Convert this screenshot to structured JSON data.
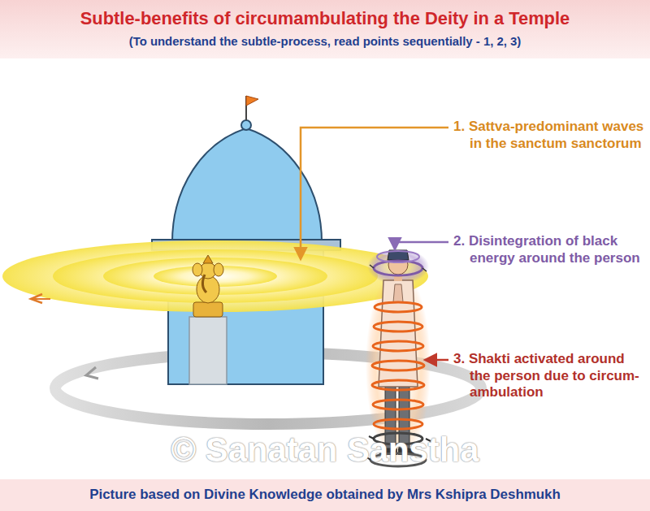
{
  "diagram": {
    "title": "Subtle-benefits of circumambulating the Deity in a Temple",
    "caption": "Picture based on Divine Knowledge obtained by Mrs Kshipra Deshmukh",
    "labels": [
      "(To understand the subtle-process, read points sequentially - 1, 2, 3)",
      "1. Sattva-predominant waves in the sanctum sanctorum",
      "2. Disintegration of black energy around the person",
      "3. Shakti activated around the person due to circum-ambulation",
      "© Sanatan Sanstha"
    ]
  }
}
